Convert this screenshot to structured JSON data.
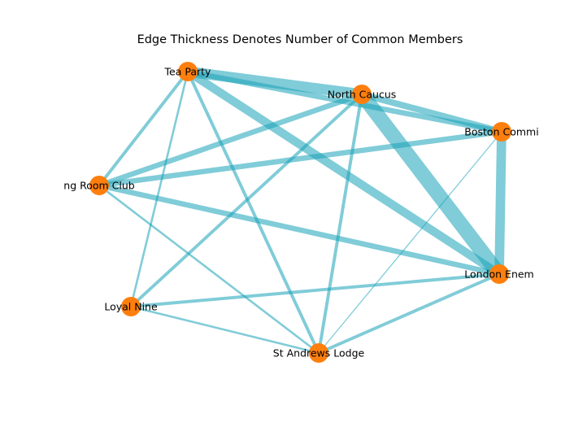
{
  "title": "Edge Thickness Denotes Number of Common Members",
  "colors": {
    "node_fill": "#ff7f0e",
    "edge_color": "#17a2b8",
    "edge_opacity": 0.55,
    "background": "#ffffff",
    "text": "#000000"
  },
  "nodes": [
    {
      "id": "tea-party",
      "label": "Tea Party"
    },
    {
      "id": "north-caucus",
      "label": "North Caucus"
    },
    {
      "id": "boston-committee",
      "label": "Boston Commi"
    },
    {
      "id": "long-room-club",
      "label": "ng Room Club"
    },
    {
      "id": "london-enemies",
      "label": "London Enem"
    },
    {
      "id": "loyal-nine",
      "label": "Loyal Nine"
    },
    {
      "id": "st-andrews-lodge",
      "label": "St Andrews Lodge"
    }
  ],
  "edges": [
    {
      "source": "tea-party",
      "target": "north-caucus",
      "common_members": 10
    },
    {
      "source": "tea-party",
      "target": "boston-committee",
      "common_members": 5
    },
    {
      "source": "tea-party",
      "target": "long-room-club",
      "common_members": 3
    },
    {
      "source": "tea-party",
      "target": "london-enemies",
      "common_members": 8
    },
    {
      "source": "tea-party",
      "target": "loyal-nine",
      "common_members": 2
    },
    {
      "source": "tea-party",
      "target": "st-andrews-lodge",
      "common_members": 3
    },
    {
      "source": "north-caucus",
      "target": "boston-committee",
      "common_members": 6
    },
    {
      "source": "north-caucus",
      "target": "long-room-club",
      "common_members": 5
    },
    {
      "source": "north-caucus",
      "target": "london-enemies",
      "common_members": 14
    },
    {
      "source": "north-caucus",
      "target": "loyal-nine",
      "common_members": 3
    },
    {
      "source": "north-caucus",
      "target": "st-andrews-lodge",
      "common_members": 3
    },
    {
      "source": "boston-committee",
      "target": "long-room-club",
      "common_members": 5
    },
    {
      "source": "boston-committee",
      "target": "london-enemies",
      "common_members": 9
    },
    {
      "source": "boston-committee",
      "target": "st-andrews-lodge",
      "common_members": 1
    },
    {
      "source": "long-room-club",
      "target": "london-enemies",
      "common_members": 5
    },
    {
      "source": "long-room-club",
      "target": "st-andrews-lodge",
      "common_members": 2
    },
    {
      "source": "london-enemies",
      "target": "loyal-nine",
      "common_members": 3
    },
    {
      "source": "london-enemies",
      "target": "st-andrews-lodge",
      "common_members": 3
    },
    {
      "source": "loyal-nine",
      "target": "st-andrews-lodge",
      "common_members": 2
    }
  ]
}
